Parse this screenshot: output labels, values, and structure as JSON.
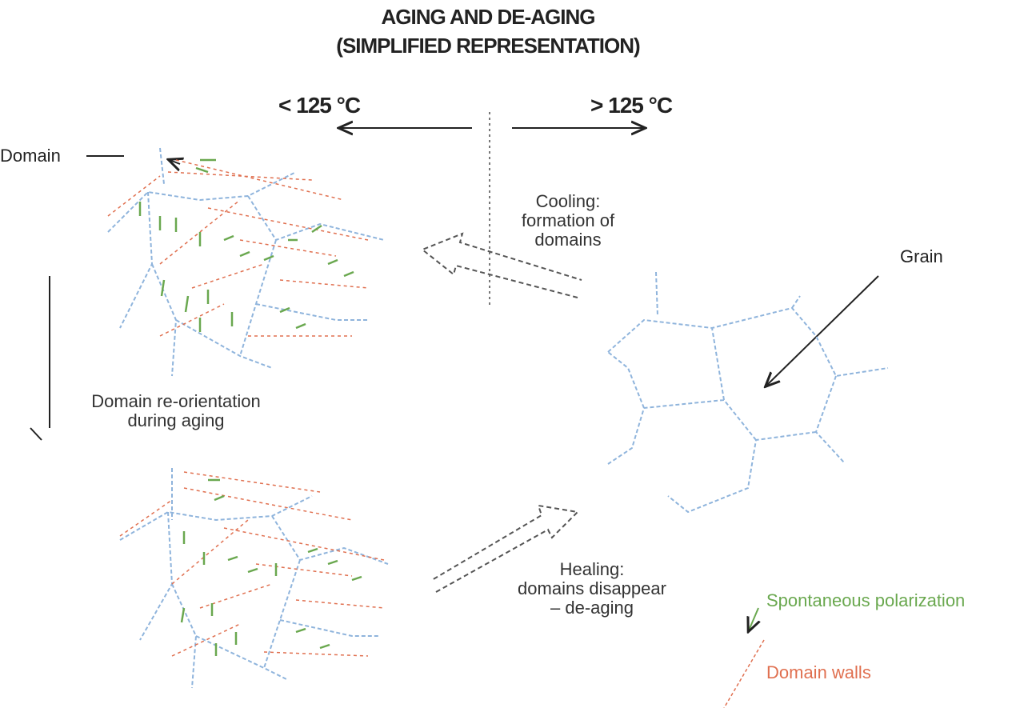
{
  "title": {
    "line1": "AGING AND DE-AGING",
    "line2": "(SIMPLIFIED REPRESENTATION)"
  },
  "temperature": {
    "left": "< 125 °C",
    "right": "> 125 °C"
  },
  "labels": {
    "domain": "Domain",
    "grain": "Grain",
    "cooling": [
      "Cooling:",
      "formation of",
      "domains"
    ],
    "reorientation": [
      "Domain re-orientation",
      "during aging"
    ],
    "healing": [
      "Healing:",
      "domains disappear",
      "– de-aging"
    ]
  },
  "legend": {
    "polarization": "Spontaneous polarization",
    "walls": "Domain walls"
  },
  "colors": {
    "grain_boundary": "#8fb4dc",
    "polarization": "#6aa84f",
    "domain_wall": "#e07050",
    "arrow": "#222222"
  }
}
